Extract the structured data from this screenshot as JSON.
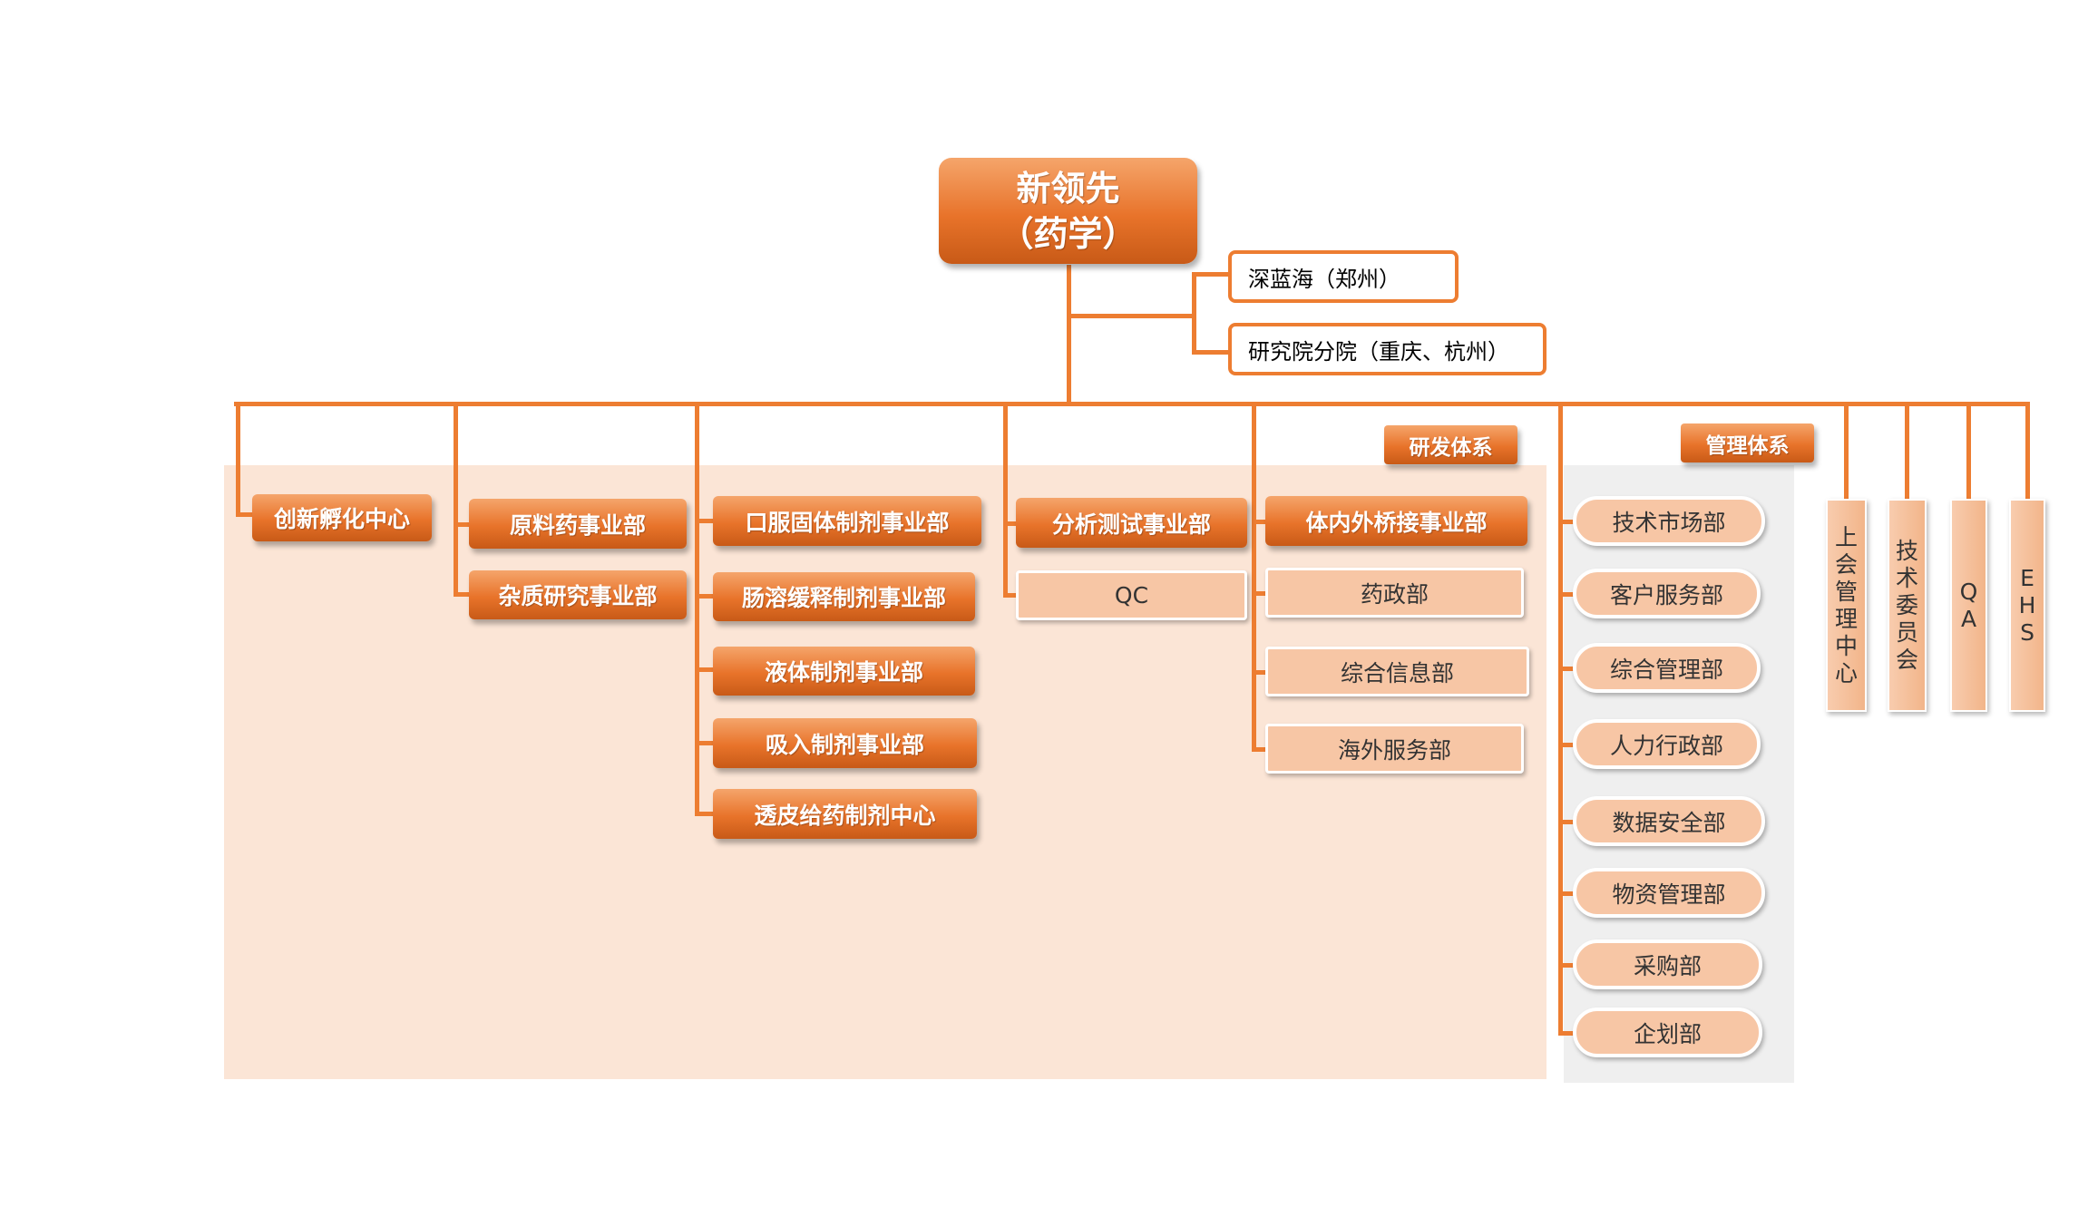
{
  "theme": {
    "line": "#ED7D31",
    "dark_start": "#F5A56B",
    "dark_end": "#C85A17",
    "peach": "#F7C6A5",
    "rd_bg": "#FBE5D6",
    "mgmt_bg": "#EFEFEF"
  },
  "root": {
    "line1": "新领先",
    "line2": "（药学）"
  },
  "side_branches": [
    "深蓝海（郑州）",
    "研究院分院（重庆、杭州）"
  ],
  "system_tags": {
    "rd": "研发体系",
    "mgmt": "管理体系"
  },
  "divisions": [
    {
      "label": "创新孵化中心",
      "style": "dark",
      "children": []
    },
    {
      "label": "原料药事业部",
      "style": "dark",
      "children": [
        {
          "label": "杂质研究事业部",
          "style": "dark"
        }
      ]
    },
    {
      "label": "口服固体制剂事业部",
      "style": "dark",
      "children": [
        {
          "label": "肠溶缓释制剂事业部",
          "style": "dark"
        },
        {
          "label": "液体制剂事业部",
          "style": "dark"
        },
        {
          "label": "吸入制剂事业部",
          "style": "dark"
        },
        {
          "label": "透皮给药制剂中心",
          "style": "dark"
        }
      ]
    },
    {
      "label": "分析测试事业部",
      "style": "dark",
      "children": [
        {
          "label": "QC",
          "style": "peach"
        }
      ]
    },
    {
      "label": "体内外桥接事业部",
      "style": "dark",
      "children": [
        {
          "label": "药政部",
          "style": "peach"
        },
        {
          "label": "综合信息部",
          "style": "peach"
        },
        {
          "label": "海外服务部",
          "style": "peach"
        }
      ]
    }
  ],
  "management_depts": [
    "技术市场部",
    "客户服务部",
    "综合管理部",
    "人力行政部",
    "数据安全部",
    "物资管理部",
    "采购部",
    "企划部"
  ],
  "committees": [
    "上会管理中心",
    "技术委员会",
    "QA",
    "EHS"
  ]
}
